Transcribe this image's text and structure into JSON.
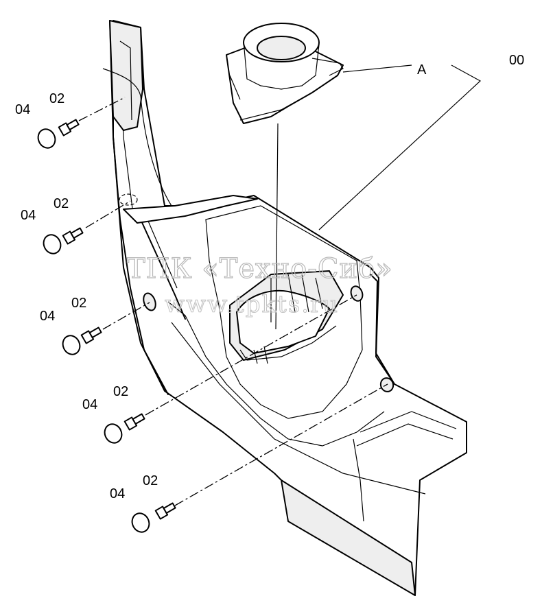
{
  "callouts": {
    "assembly": "00",
    "subassembly": "A",
    "screw": "02",
    "cap": "04"
  },
  "watermark": {
    "line1": "ТПК «Техно-Сиб»",
    "line2": "www.tpkts.ru"
  }
}
